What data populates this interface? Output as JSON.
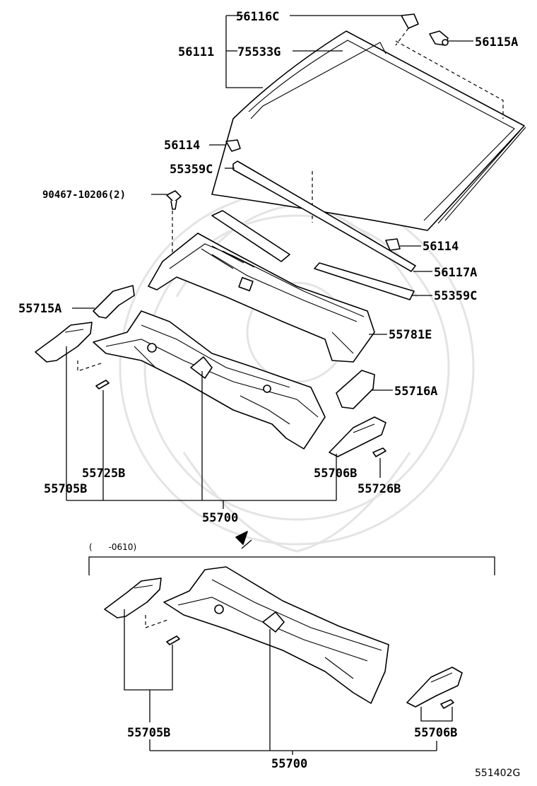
{
  "labels": {
    "p56116C": "56116C",
    "p56111": "56111",
    "p75533G": "75533G",
    "p56115A": "56115A",
    "p56114_top": "56114",
    "p55359C_top": "55359C",
    "p90467": "90467-10206(2)",
    "p56114_mid": "56114",
    "p56117A": "56117A",
    "p55359C_mid": "55359C",
    "p55715A": "55715A",
    "p55781E": "55781E",
    "p55716A": "55716A",
    "p55725B": "55725B",
    "p55706B_top": "55706B",
    "p55705B_top": "55705B",
    "p55726B": "55726B",
    "p55700_top": "55700",
    "p55705B_bot": "55705B",
    "p55706B_bot": "55706B",
    "p55700_bot": "55700"
  },
  "date_note": "(      -0610)",
  "figure_id": "551402G"
}
